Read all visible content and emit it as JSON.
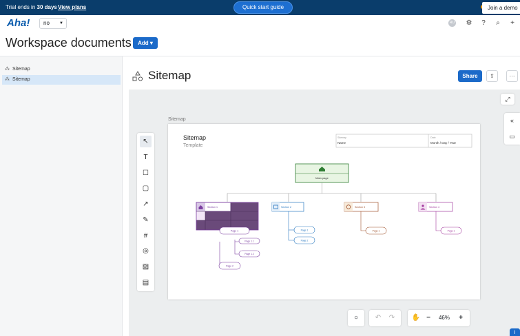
{
  "banner": {
    "trial_prefix": "Trial ends in",
    "trial_days": "30 days",
    "view_plans": "View plans",
    "quick_start": "Quick start guide",
    "join_demo": "Join a demo"
  },
  "nav": {
    "logo": "Aha!",
    "workspace": "no",
    "avatar_initials": "RU"
  },
  "header": {
    "title": "Workspace documents",
    "add_label": "Add"
  },
  "sidebar": {
    "items": [
      {
        "label": "Sitemap"
      },
      {
        "label": "Sitemap"
      }
    ]
  },
  "document": {
    "title": "Sitemap",
    "share_label": "Share"
  },
  "canvas": {
    "sheet_label": "Sitemap",
    "zoom": "46%"
  },
  "sitemap": {
    "title": "Sitemap",
    "subtitle": "Template",
    "field_sitemap_label": "Sitemap",
    "field_sitemap_value": "Name",
    "field_date_label": "Date",
    "field_date_value": "Month / Day / Year",
    "main_page": "Main page",
    "sections": [
      {
        "label": "Section 1",
        "color": "#7b3fa0"
      },
      {
        "label": "Section 2",
        "color": "#2a79c0"
      },
      {
        "label": "Section 3",
        "color": "#a0522d"
      },
      {
        "label": "Section 4",
        "color": "#a33a9e"
      }
    ],
    "pages": {
      "s1_page1": "Page 1",
      "s1_page11": "Page 1.1",
      "s1_page12": "Page 1.2",
      "s1_page2": "Page 2",
      "s2_page1": "Page 1",
      "s2_page2": "Page 2",
      "s3_page1": "Page 1",
      "s4_page1": "Page 1"
    }
  },
  "colors": {
    "brand": "#0b5cad",
    "primary_button": "#1b6ac9",
    "banner_bg": "#0a3d6b",
    "main_page_fill": "#e8f5e3",
    "main_page_stroke": "#2e7d32"
  }
}
